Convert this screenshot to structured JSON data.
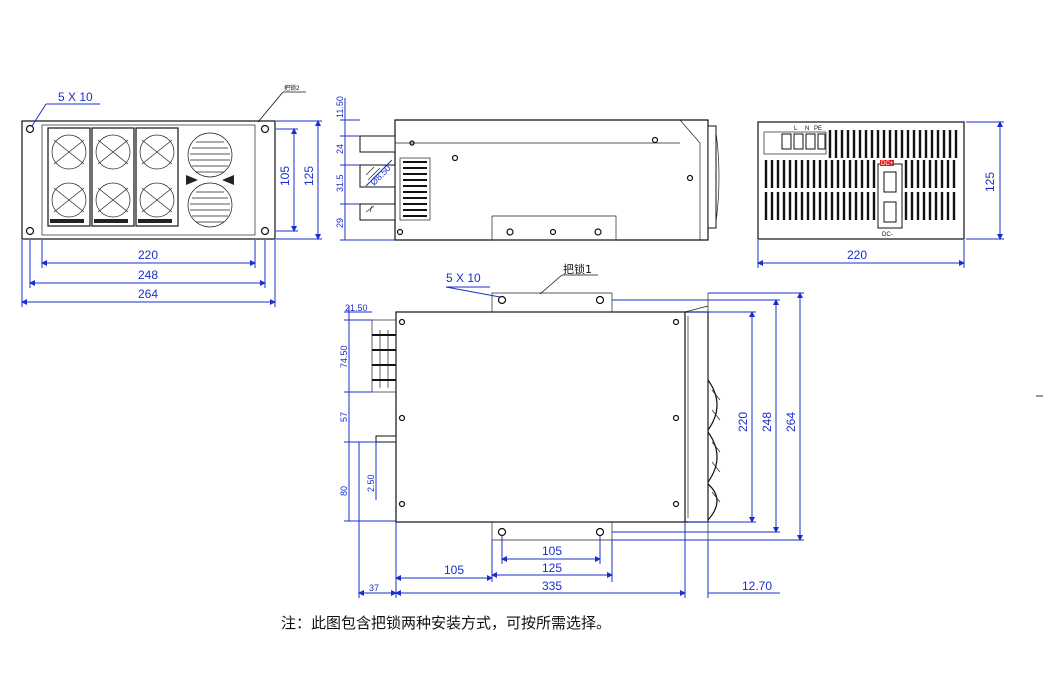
{
  "front_view": {
    "hole_label": "5 X 10",
    "handle_label": "把锁2",
    "dims": {
      "width_inner": "220",
      "width_holes": "248",
      "width_total": "264",
      "height_inner": "105",
      "height_total": "125"
    }
  },
  "side_view": {
    "dims_left": [
      "11.50",
      "24",
      "31.5",
      "29"
    ],
    "dim_diag": "Ø8.50"
  },
  "rear_view": {
    "terminal_labels": [
      "L",
      "N",
      "PE"
    ],
    "dc_plus": "DC+",
    "dc_minus": "DC-",
    "dims": {
      "height": "125",
      "width": "220"
    }
  },
  "top_view": {
    "hole_label": "5 X 10",
    "handle_label": "把锁1",
    "dims_left": [
      "21.50",
      "74.50",
      "57",
      "2.50",
      "80"
    ],
    "dims_right": [
      "220",
      "248",
      "264"
    ],
    "dims_bottom": [
      "105",
      "125",
      "37",
      "105",
      "335",
      "12.70"
    ]
  },
  "note": "注：此图包含把锁两种安装方式，可按所需选择。"
}
